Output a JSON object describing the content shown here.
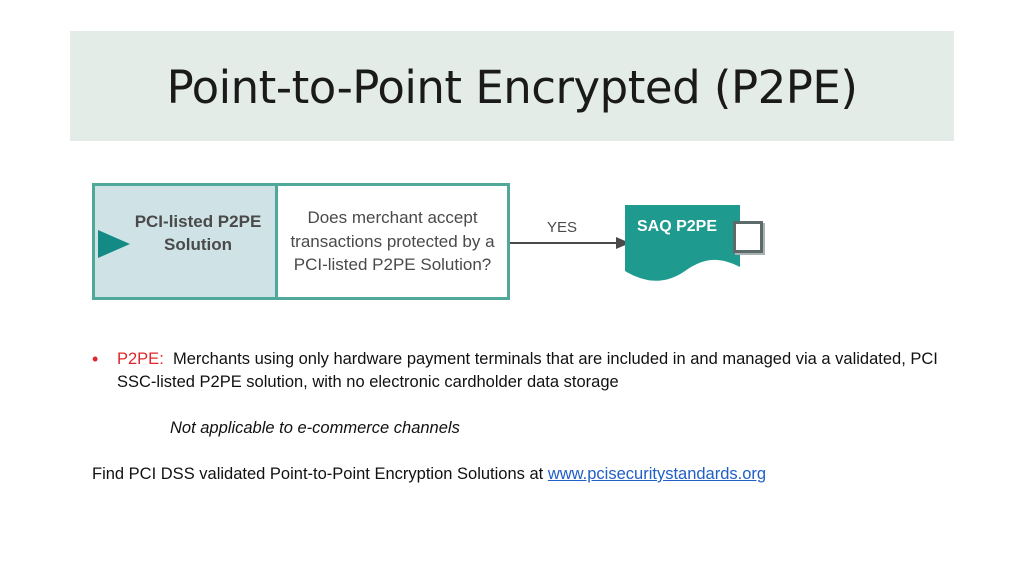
{
  "slide": {
    "title": "Point-to-Point Encrypted (P2PE)"
  },
  "flowchart": {
    "source_box_label": "PCI-listed P2PE Solution",
    "question_label": "Does merchant accept transactions protected by a PCI-listed P2PE Solution?",
    "arrow_label": "YES",
    "document_label": "SAQ P2PE",
    "colors": {
      "teal_border": "#4fa89a",
      "teal_fill": "#1e9a8e",
      "light_fill": "#cfe3e6"
    }
  },
  "content": {
    "bullet": {
      "lead": "P2PE:",
      "text": "Merchants using only hardware payment terminals that are included in and managed via a validated, PCI SSC-listed P2PE solution, with no electronic cardholder data storage"
    },
    "note": "Not applicable to e-commerce channels",
    "find_text": "Find PCI DSS validated Point-to-Point Encryption Solutions at",
    "link_text": "www.pcisecuritystandards.org"
  }
}
